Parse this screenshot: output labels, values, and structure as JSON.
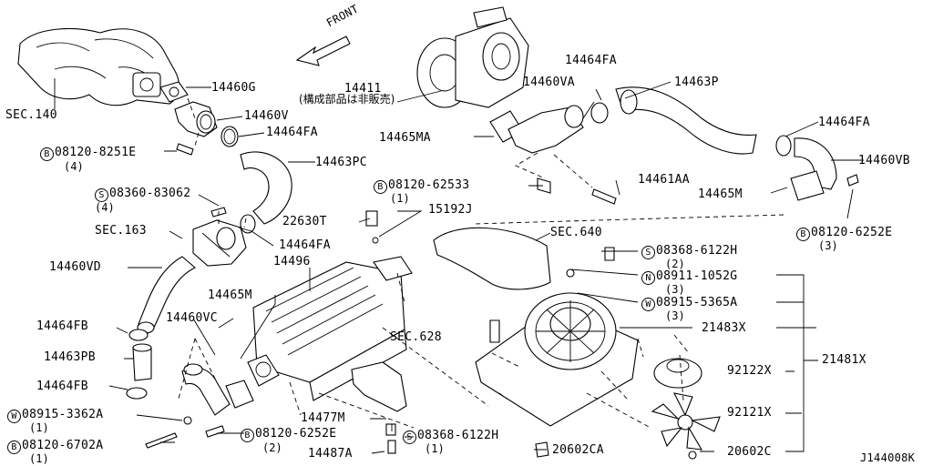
{
  "diagram": {
    "code": "J144008K",
    "front_label": "FRONT",
    "labels": {
      "sec140": "SEC.140",
      "p14460G": "14460G",
      "p14460V": "14460V",
      "p14464FA_a": "14464FA",
      "bolt_08120_8251E": "08120-8251E",
      "qty_8251E": "(4)",
      "p14463PC": "14463PC",
      "screw_08360_83062": "08360-83062",
      "qty_83062": "(4)",
      "sec163": "SEC.163",
      "p14464FA_b": "14464FA",
      "p14460VD": "14460VD",
      "p14411": "14411",
      "p14411_note": "(構成部品は非販売)",
      "p14464FA_c": "14464FA",
      "p14460VA": "14460VA",
      "p14463P": "14463P",
      "p14465MA": "14465MA",
      "p14464FA_d": "14464FA",
      "p14460VB": "14460VB",
      "bolt_08120_62533": "08120-62533",
      "qty_62533": "(1)",
      "p14461AA": "14461AA",
      "p14465M_a": "14465M",
      "p22630T": "22630T",
      "p15192J": "15192J",
      "bolt_08120_6252E_a": "08120-6252E",
      "qty_6252E_a": "(3)",
      "sec640": "SEC.640",
      "p14496": "14496",
      "screw_08368_6122H_a": "08368-6122H",
      "qty_6122H_a": "(2)",
      "nut_08911_1052G": "08911-1052G",
      "qty_1052G": "(3)",
      "washer_08915_5365A": "08915-5365A",
      "qty_5365A": "(3)",
      "p14465M_b": "14465M",
      "p14464FB_a": "14464FB",
      "p14460VC": "14460VC",
      "p21483X": "21483X",
      "sec628": "SEC.628",
      "p21481X": "21481X",
      "p14463PB": "14463PB",
      "p92122X": "92122X",
      "p14464FB_b": "14464FB",
      "washer_08915_3362A": "08915-3362A",
      "qty_3362A": "(1)",
      "p92121X": "92121X",
      "p14477M": "14477M",
      "bolt_08120_6252E_b": "08120-6252E",
      "qty_6252E_b": "(2)",
      "screw_08368_6122H_b": "08368-6122H",
      "qty_6122H_b": "(1)",
      "bolt_08120_6702A": "08120-6702A",
      "qty_6702A": "(1)",
      "p14487A": "14487A",
      "p20602CA": "20602CA",
      "p20602C": "20602C"
    },
    "prefix": {
      "B": "B",
      "S": "S",
      "N": "N",
      "W": "W"
    }
  }
}
